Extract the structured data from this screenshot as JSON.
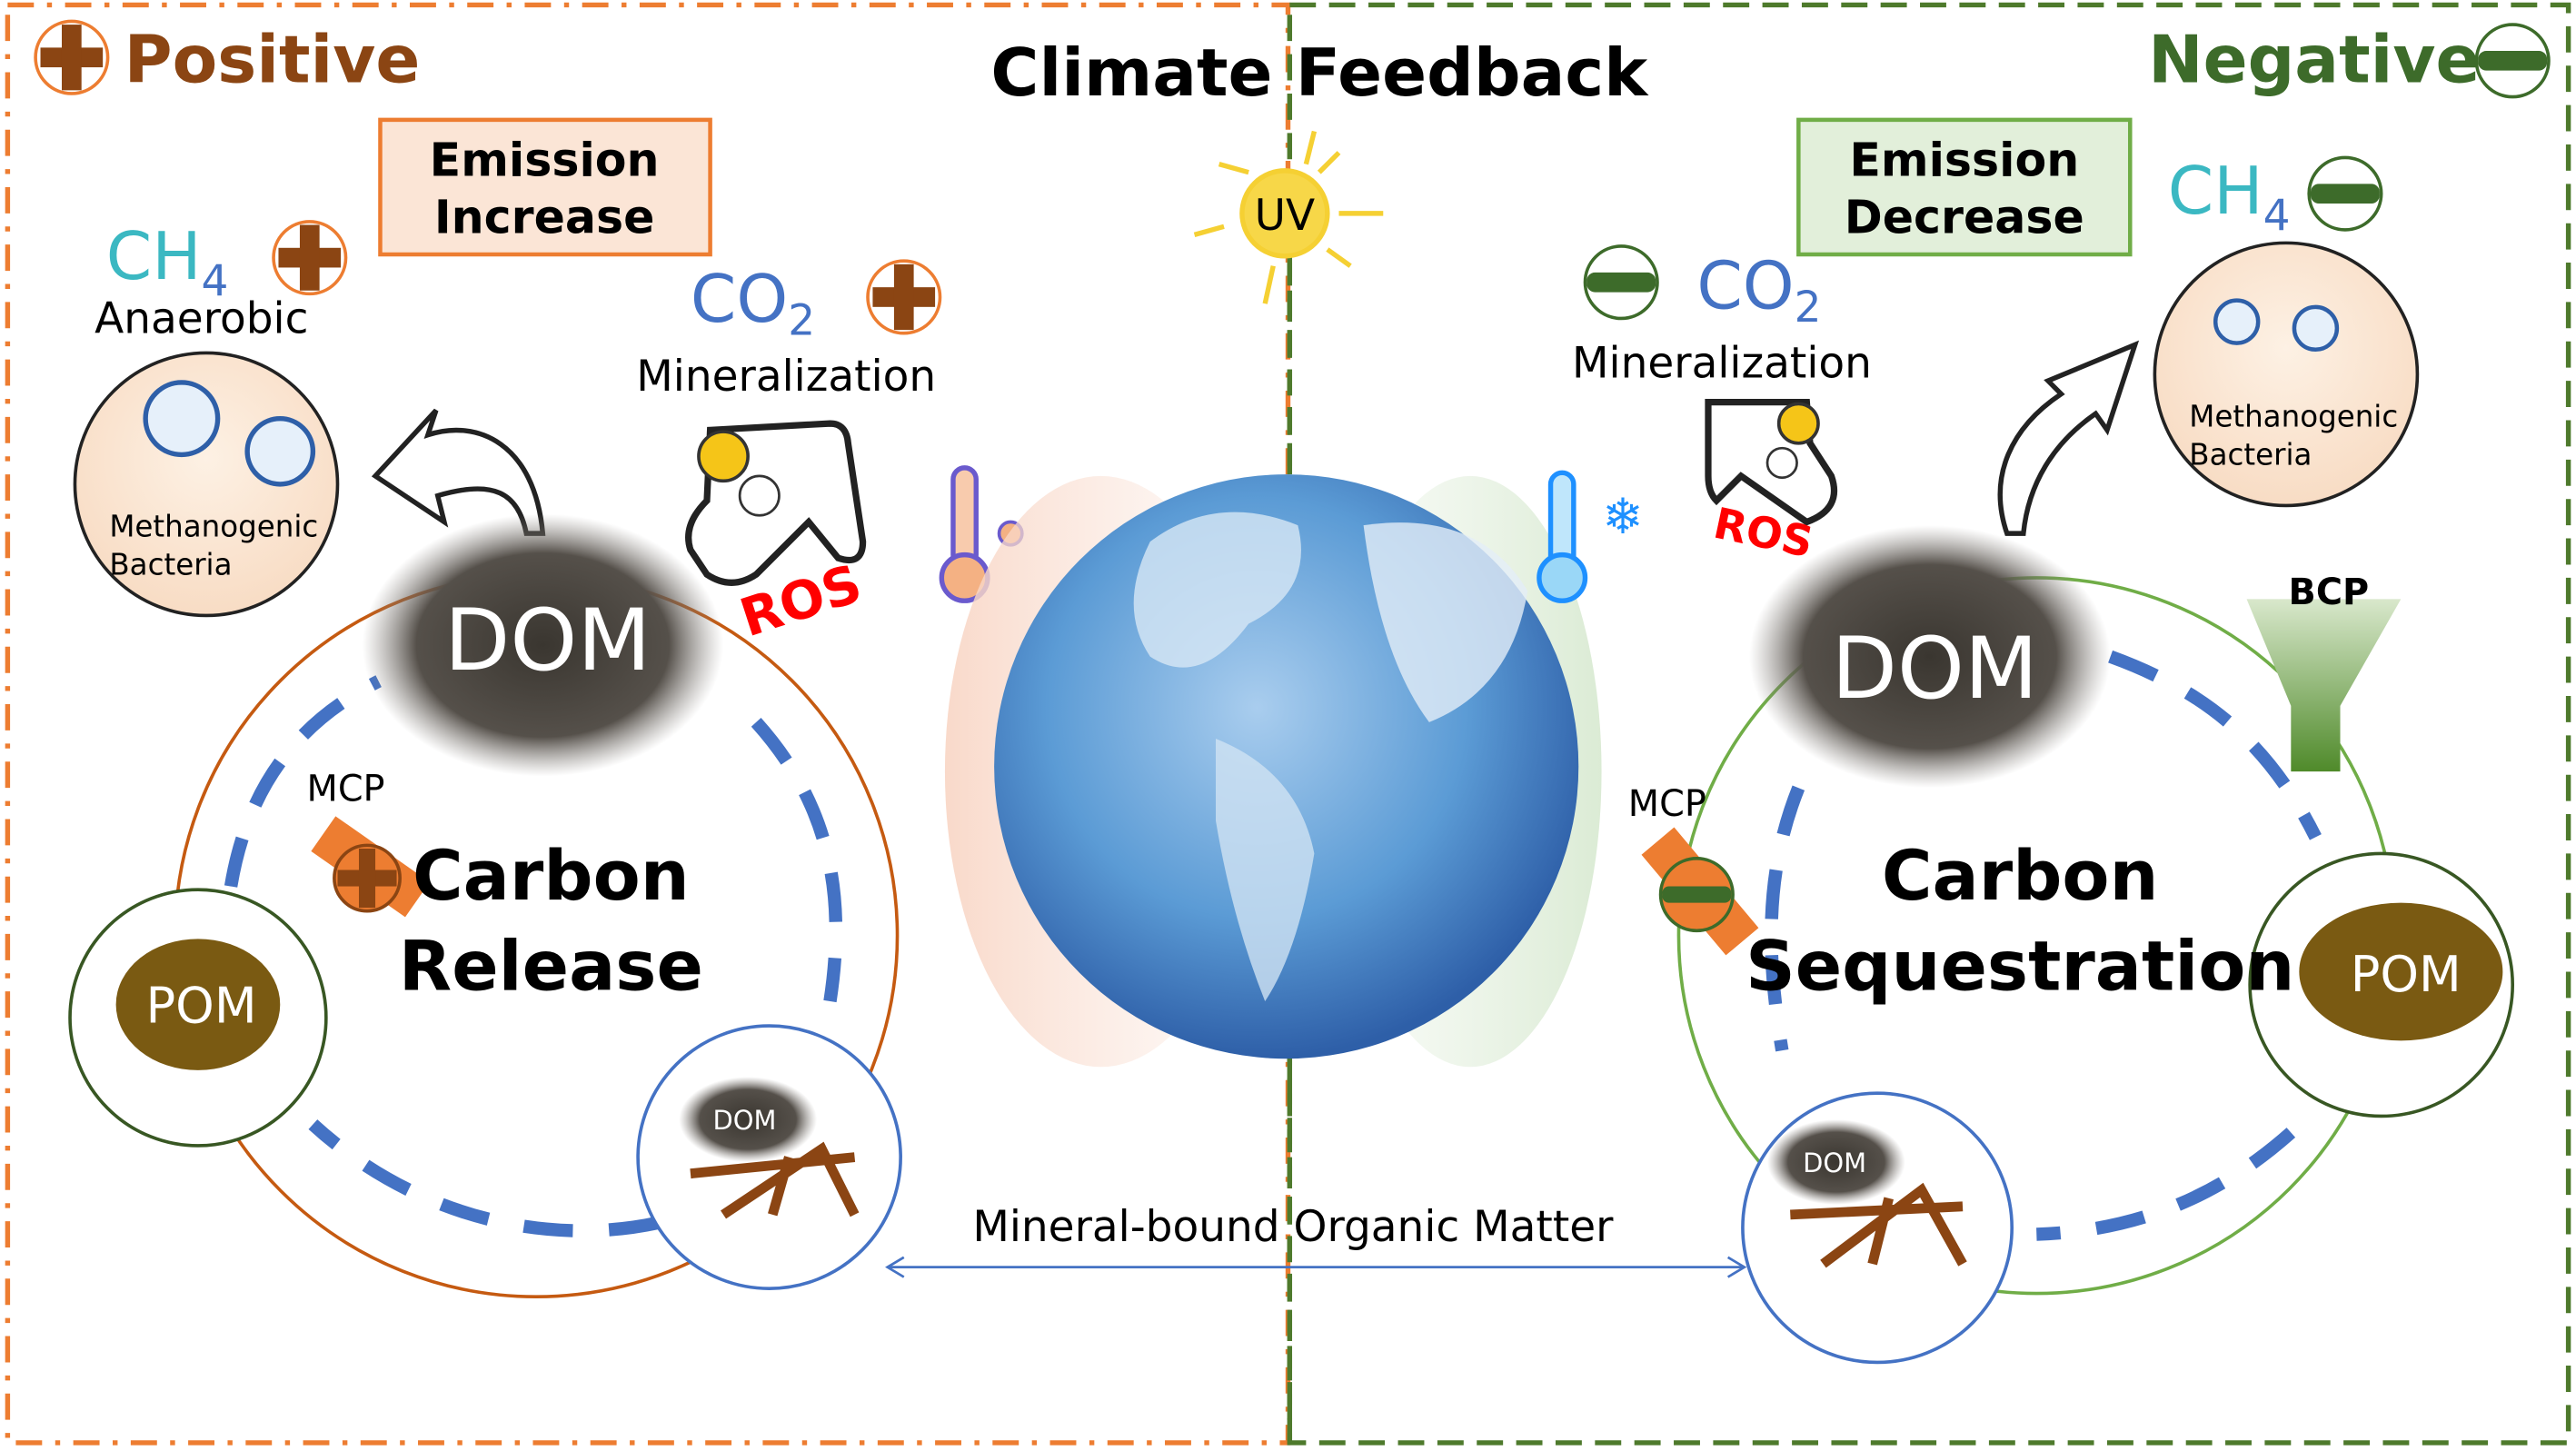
{
  "title": "Climate Feedback",
  "positive": {
    "label": "Positive",
    "box": [
      "Emission",
      "Increase"
    ],
    "ch4": {
      "main": "CH",
      "sub": "4"
    },
    "anaerobic": "Anaerobic",
    "bacteria": [
      "Methanogenic",
      "Bacteria"
    ],
    "co2": {
      "main": "CO",
      "sub": "2"
    },
    "mineralization": "Mineralization",
    "ros": "ROS",
    "dom": "DOM",
    "mcp": "MCP",
    "cycle": [
      "Carbon",
      "Release"
    ],
    "pom": "POM",
    "mineral_dom": "DOM"
  },
  "negative": {
    "label": "Negative",
    "box": [
      "Emission",
      "Decrease"
    ],
    "ch4": {
      "main": "CH",
      "sub": "4"
    },
    "bacteria": [
      "Methanogenic",
      "Bacteria"
    ],
    "co2": {
      "main": "CO",
      "sub": "2"
    },
    "mineralization": "Mineralization",
    "ros": "ROS",
    "dom": "DOM",
    "bcp": "BCP",
    "mcp": "MCP",
    "cycle": [
      "Carbon",
      "Sequestration"
    ],
    "pom": "POM",
    "mineral_dom": "DOM"
  },
  "uv": "UV",
  "mineral_bound": "Mineral-bound Organic Matter",
  "colors": {
    "positive": "#8b4513",
    "negative": "#3d6b2a",
    "orange": "#ed7d31",
    "green": "#70ad47",
    "ch4": "#3bb8c2",
    "co2": "#4472c4",
    "ros": "#ff0000"
  }
}
